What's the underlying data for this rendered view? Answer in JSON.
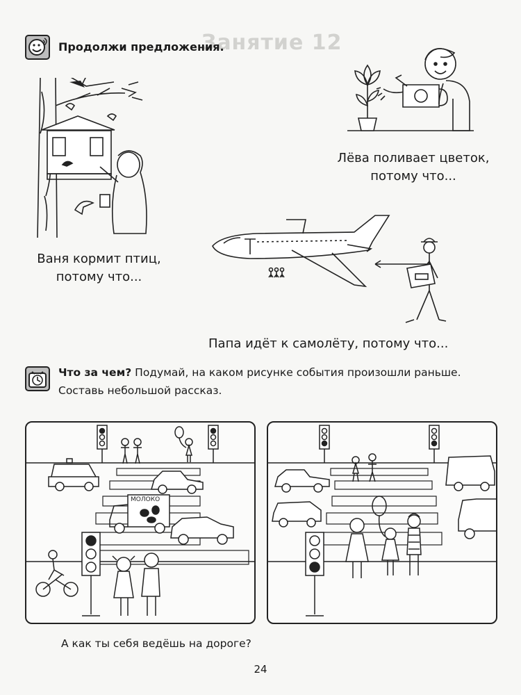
{
  "task1": {
    "icon": "speech-face-icon",
    "title": "Продолжи предложения."
  },
  "captions": {
    "vanya": [
      "Ваня кормит птиц,",
      "потому что..."
    ],
    "lyova": [
      "Лёва поливает цветок,",
      "потому что..."
    ],
    "papa": "Папа идёт к самолёту, потому что..."
  },
  "task2": {
    "icon": "clock-icon",
    "title": "Что за чем?",
    "line1_rest": " Подумай, на каком рисунке события произошли раньше.",
    "line2": "Составь небольшой рассказ."
  },
  "truck_sign": "МОЛОКО",
  "question": "А как ты себя ведёшь на дороге?",
  "page_number": "24"
}
